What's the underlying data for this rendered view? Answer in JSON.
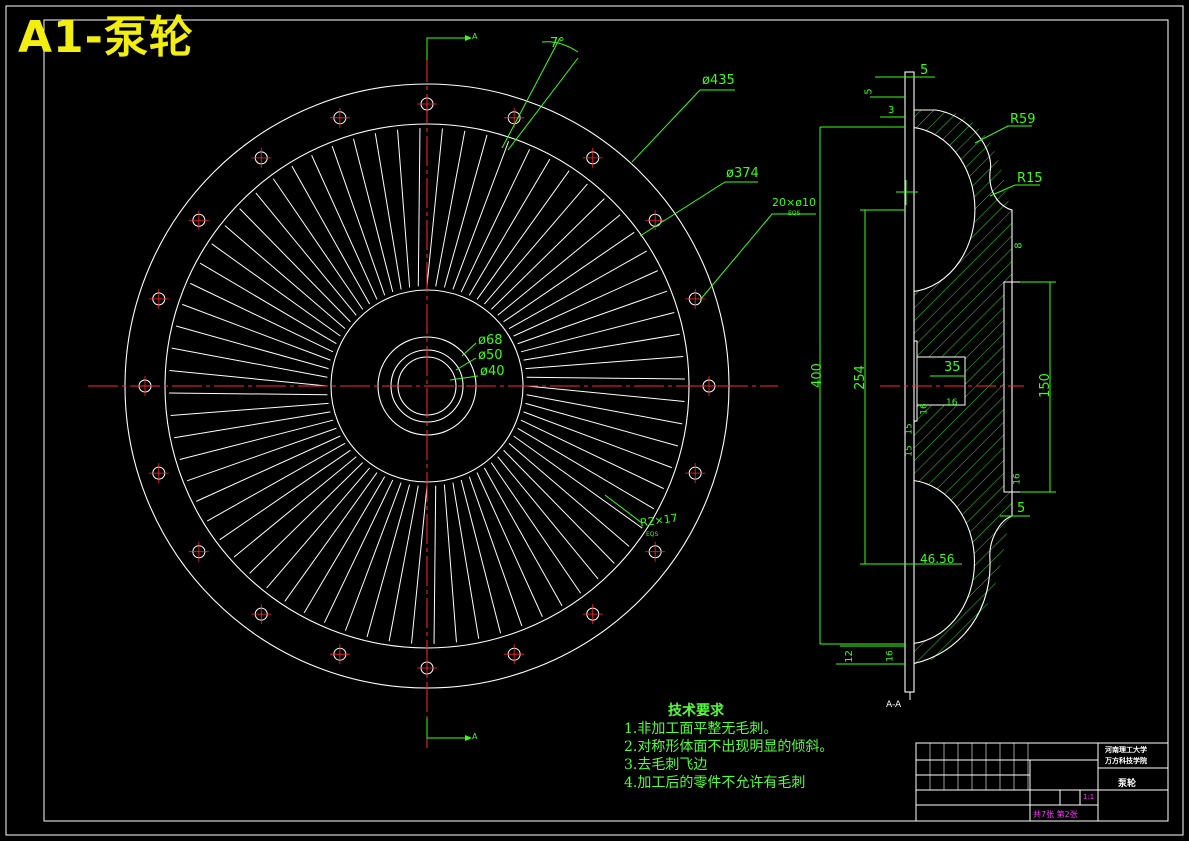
{
  "title": "A1-泵轮",
  "front_view": {
    "dims": {
      "d435": "ø435",
      "d374": "ø374",
      "holes": "20×ø10",
      "holes_eqs": "EQS",
      "angle": "7°",
      "d68": "ø68",
      "d50": "ø50",
      "d40": "ø40",
      "blade": "R2×17",
      "blade_eqs": "EQS"
    },
    "section_letter_top": "A",
    "section_letter_bottom": "A"
  },
  "section_view": {
    "caption": "A-A",
    "dims": {
      "d5_top": "5",
      "d5_small": "5",
      "d3": "3",
      "r59": "R59",
      "r15": "R15",
      "d8": "8",
      "d400": "400",
      "d254": "254",
      "d35": "35",
      "d150": "150",
      "d16_a": "16",
      "d16_b": "16",
      "d15": "15",
      "d15b": "15",
      "d16_c": "16",
      "d5_bottom": "5",
      "d46": "46.56",
      "d12": "12",
      "d16_d": "16"
    }
  },
  "tech_requirements": {
    "title": "技术要求",
    "items": [
      "1.非加工面平整无毛刺。",
      "2.对称形体面不出现明显的倾斜。",
      "3.去毛刺飞边",
      "4.加工后的零件不允许有毛刺"
    ]
  },
  "title_block": {
    "school": "河南理工大学",
    "school2": "万方科技学院",
    "part": "泵轮",
    "scale": "1:1",
    "sheets": "共7张 第2张"
  },
  "colors": {
    "background": "#000000",
    "outline": "#ffffff",
    "dimension": "#39ff14",
    "centerline": "#ff2a2a",
    "title": "#f2ee10",
    "titleblock": "#ff33ff"
  }
}
